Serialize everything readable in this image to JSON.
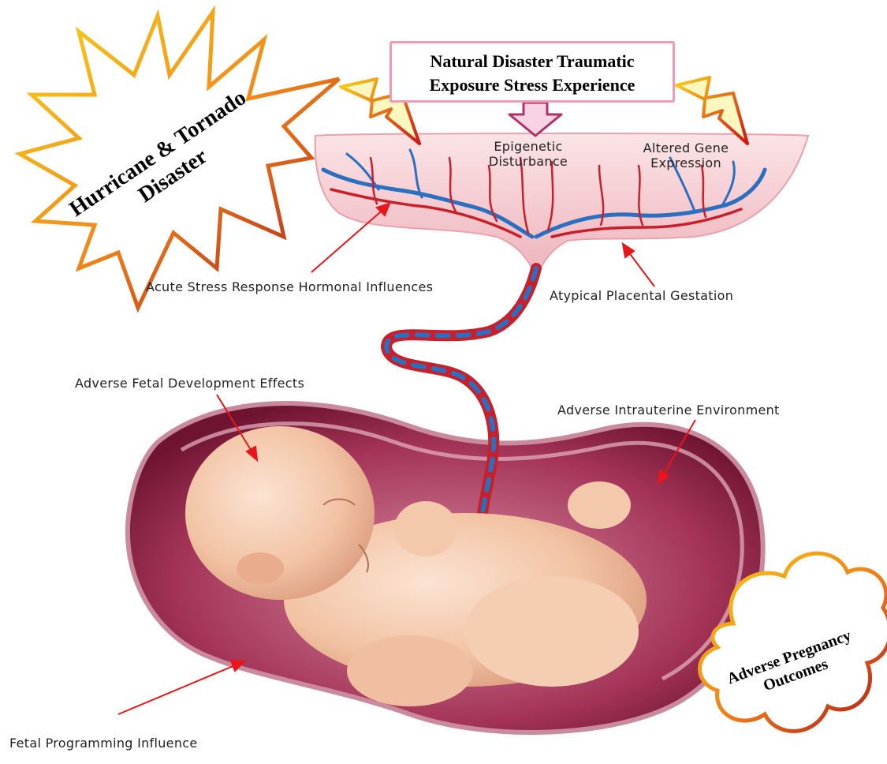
{
  "header_box": {
    "line1": "Natural Disaster Traumatic",
    "line2": "Exposure Stress Experience"
  },
  "starburst": {
    "line1": "Hurricane & Tornado",
    "line2": "Disaster"
  },
  "cloud": {
    "line1": "Adverse Pregnancy",
    "line2": "Outcomes"
  },
  "labels": {
    "epigenetic": "Epigenetic Disturbance",
    "altered_gene": "Altered Gene Expression",
    "acute_stress": "Acute Stress Response Hormonal Influences",
    "atypical_placental": "Atypical Placental Gestation",
    "adverse_fetal": "Adverse Fetal Development Effects",
    "adverse_intrauterine": "Adverse Intrauterine Environment",
    "fetal_programming": "Fetal Programming Influence"
  },
  "colors": {
    "arrow": "#e8161a",
    "box_border": "#f09ab5",
    "down_arrow": "#b0306a",
    "burst_outer": "#f7c21a",
    "burst_inner": "#b81414",
    "placenta": "#f2c6cb",
    "artery": "#c8202a",
    "vein": "#2a6fc0",
    "uterus_dark": "#8a1d3e",
    "uterus_mid": "#b54a6a",
    "skin": "#f2c3a4"
  }
}
